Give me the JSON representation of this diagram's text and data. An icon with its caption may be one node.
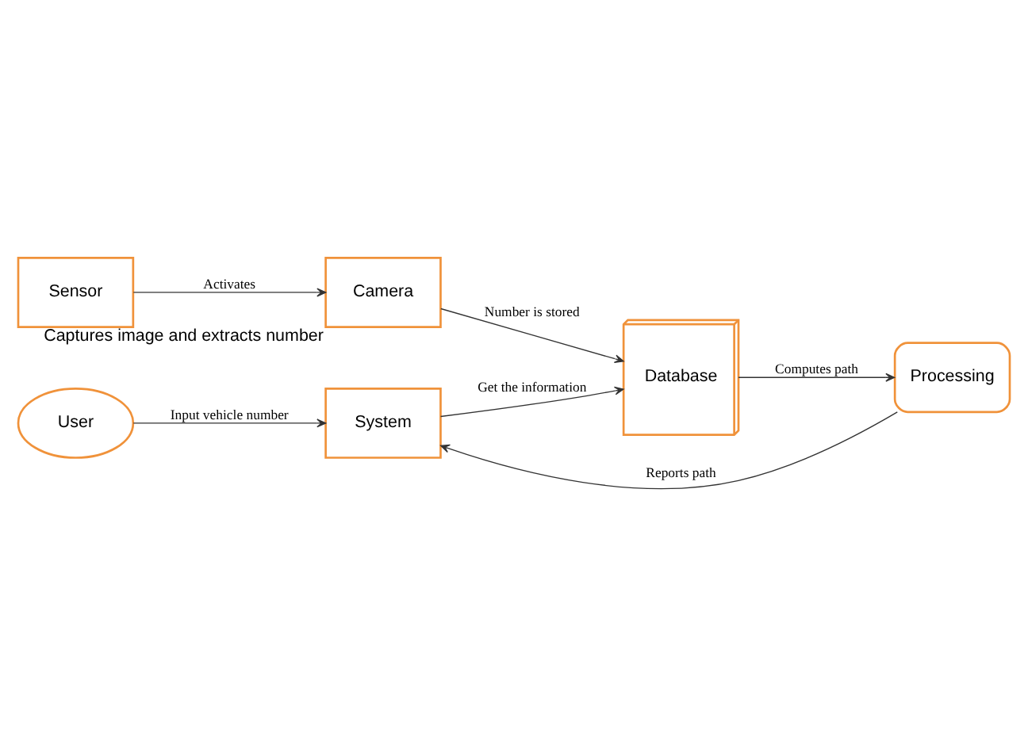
{
  "diagram": {
    "nodes": [
      {
        "text": [
          "Sensor"
        ]
      },
      {
        "text": [
          "Camera"
        ],
        "beside": [
          "Captures image and extracts number"
        ]
      },
      {
        "text": [
          "Database"
        ]
      },
      {
        "text": [
          "User"
        ]
      },
      {
        "text": [
          "System"
        ]
      },
      {
        "text": [
          "Processing"
        ]
      }
    ],
    "edges": [
      {
        "from": 0,
        "to": 1,
        "arrow": "to",
        "label": "Activates"
      },
      {
        "from": 1,
        "to": 2,
        "arrow": "to",
        "label": "Number is stored"
      },
      {
        "from": 4,
        "to": 2,
        "arrow": "to",
        "label": "Get the information"
      },
      {
        "from": 2,
        "to": 5,
        "arrow": "to",
        "label": "Computes path"
      },
      {
        "from": 3,
        "to": 4,
        "arrow": "to",
        "label": "Input vehicle number"
      },
      {
        "from": 5,
        "to": 4,
        "arrow": "to",
        "label": "Reports path"
      }
    ]
  }
}
